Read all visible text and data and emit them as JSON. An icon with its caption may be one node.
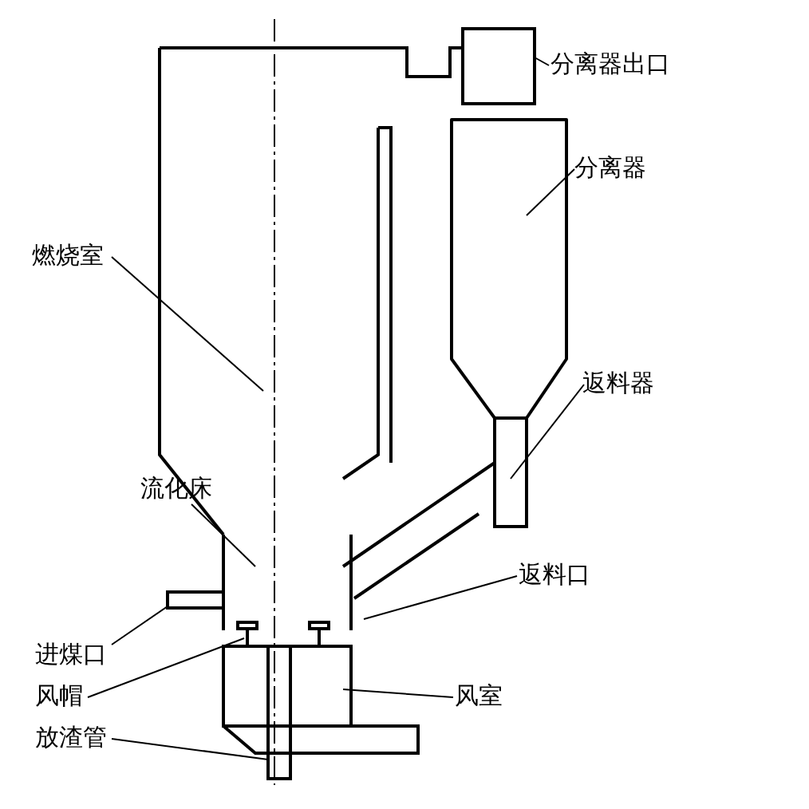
{
  "diagram": {
    "nodes": [
      {
        "text": [
          "分离器出口"
        ]
      },
      {
        "text": [
          "分离器"
        ]
      },
      {
        "text": [
          "燃烧室"
        ]
      },
      {
        "text": [
          "返料器"
        ]
      },
      {
        "text": [
          "流化床"
        ]
      },
      {
        "text": [
          "返料口"
        ]
      },
      {
        "text": [
          "进煤口"
        ]
      },
      {
        "text": [
          "风帽"
        ]
      },
      {
        "text": [
          "风室"
        ]
      },
      {
        "text": [
          "放渣管"
        ]
      },
      {
        "text": [],
        "shape": "box"
      },
      {
        "text": [],
        "shape": "cylinder"
      },
      {
        "text": [],
        "shape": "box"
      },
      {
        "text": [],
        "shape": "box"
      },
      {
        "text": [],
        "shape": "box"
      },
      {
        "text": [],
        "shape": "box"
      },
      {
        "text": [],
        "shape": "box"
      },
      {
        "text": [],
        "shape": "box"
      },
      {
        "text": [],
        "shape": "box"
      },
      {
        "text": [],
        "shape": "box"
      }
    ],
    "edges": [
      {
        "from": 0,
        "to": 10,
        "arrow": "none"
      },
      {
        "from": 1,
        "to": 11,
        "arrow": "none"
      },
      {
        "from": 2,
        "to": 12,
        "arrow": "none"
      },
      {
        "from": 3,
        "to": 13,
        "arrow": "none"
      },
      {
        "from": 4,
        "to": 14,
        "arrow": "none"
      },
      {
        "from": 5,
        "to": 15,
        "arrow": "none"
      },
      {
        "from": 6,
        "to": 16,
        "arrow": "none"
      },
      {
        "from": 7,
        "to": 17,
        "arrow": "none"
      },
      {
        "from": 8,
        "to": 18,
        "arrow": "none"
      },
      {
        "from": 9,
        "to": 19,
        "arrow": "none"
      }
    ]
  }
}
